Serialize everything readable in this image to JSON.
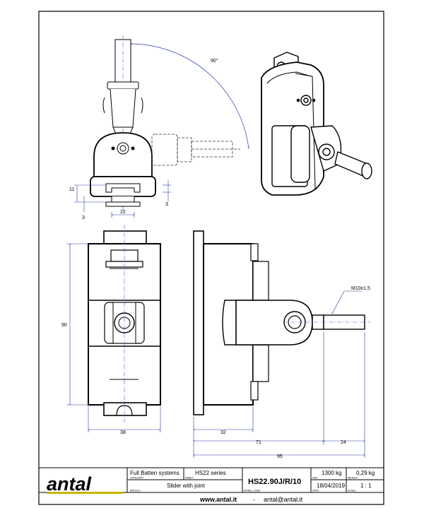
{
  "drawing": {
    "dimensions": {
      "angle": "90°",
      "d11": "11",
      "d3a": "3",
      "d3b": "3",
      "d22": "22",
      "d90": "90",
      "d38": "38",
      "d32": "32",
      "d71": "71",
      "d95": "95",
      "d24": "24",
      "thread": "M10x1,5"
    }
  },
  "title_block": {
    "logo_text": "antal",
    "category_value": "Full Batten systems",
    "category_label": "CATEGORY",
    "family_value": "HS22 series",
    "family_label": "FAMILY",
    "article_value": "Slider with joint",
    "article_label": "ARTICLE",
    "model_code": "HS22.90J/R/10",
    "model_code_label": "MODEL CODE",
    "swl_value": "1300 kg",
    "swl_label": "SWL",
    "weight_value": "0,29 kg",
    "weight_label": "WEIGHT",
    "date_value": "18/04/2019",
    "date_label": "DATE",
    "scale_value": "1 : 1",
    "scale_label": "SCALE"
  },
  "footer": {
    "website": "www.antal.it",
    "separator": "-",
    "email": "antal@antal.it"
  }
}
